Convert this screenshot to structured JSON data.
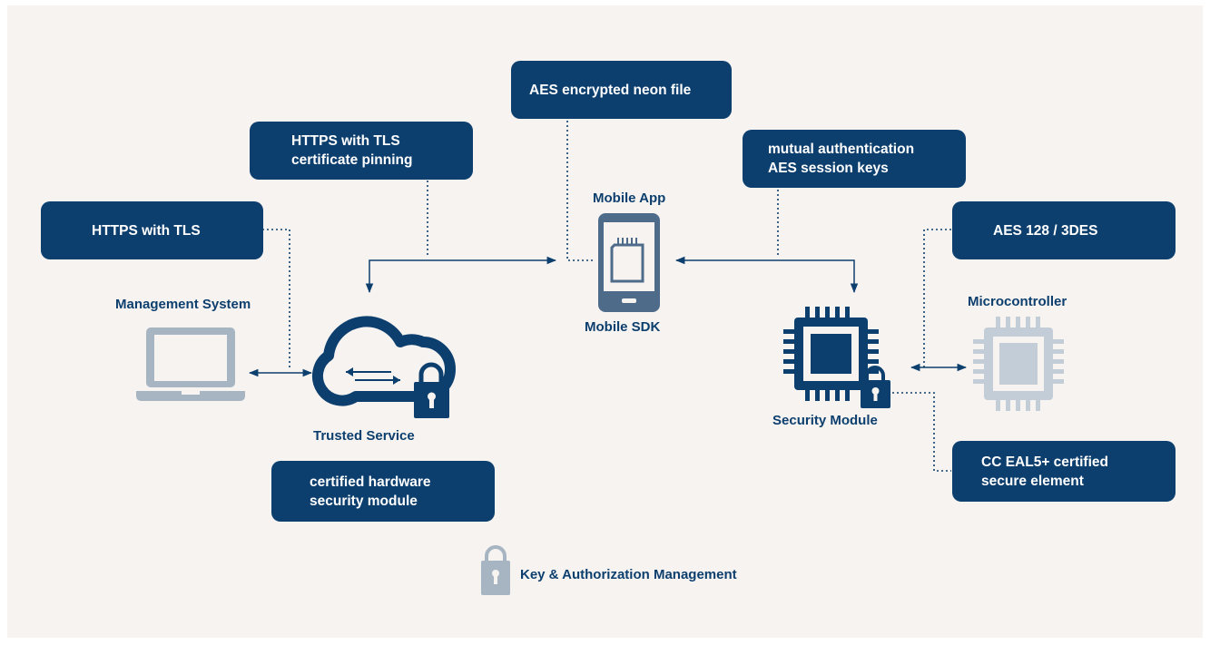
{
  "boxes": {
    "aes_neon": [
      "AES encrypted neon file"
    ],
    "https_pinning": [
      "HTTPS with TLS",
      "certificate pinning"
    ],
    "mutual_auth": [
      "mutual authentication",
      "AES session keys"
    ],
    "https_tls": [
      "HTTPS with TLS"
    ],
    "aes128": [
      "AES 128 / 3DES"
    ],
    "certified_hsm": [
      "certified hardware",
      "security module"
    ],
    "cc_eal5": [
      "CC EAL5+ certified",
      "secure element"
    ]
  },
  "labels": {
    "mobile_app": "Mobile App",
    "mobile_sdk": "Mobile SDK",
    "management_system": "Management System",
    "trusted_service": "Trusted Service",
    "microcontroller": "Microcontroller",
    "security_module": "Security Module"
  },
  "legend": {
    "label": "Key & Authorization Management"
  },
  "colors": {
    "navy": "#0d3f6e",
    "slate": "#4f6b8a",
    "grey": "#a7b4c1",
    "chip_grey": "#c3cdd7",
    "background": "#f6f3f1"
  },
  "icons": {
    "mobile": "smartphone-icon",
    "laptop": "laptop-icon",
    "cloud": "cloud-sync-icon",
    "chip": "chip-icon",
    "lock": "padlock-icon"
  }
}
